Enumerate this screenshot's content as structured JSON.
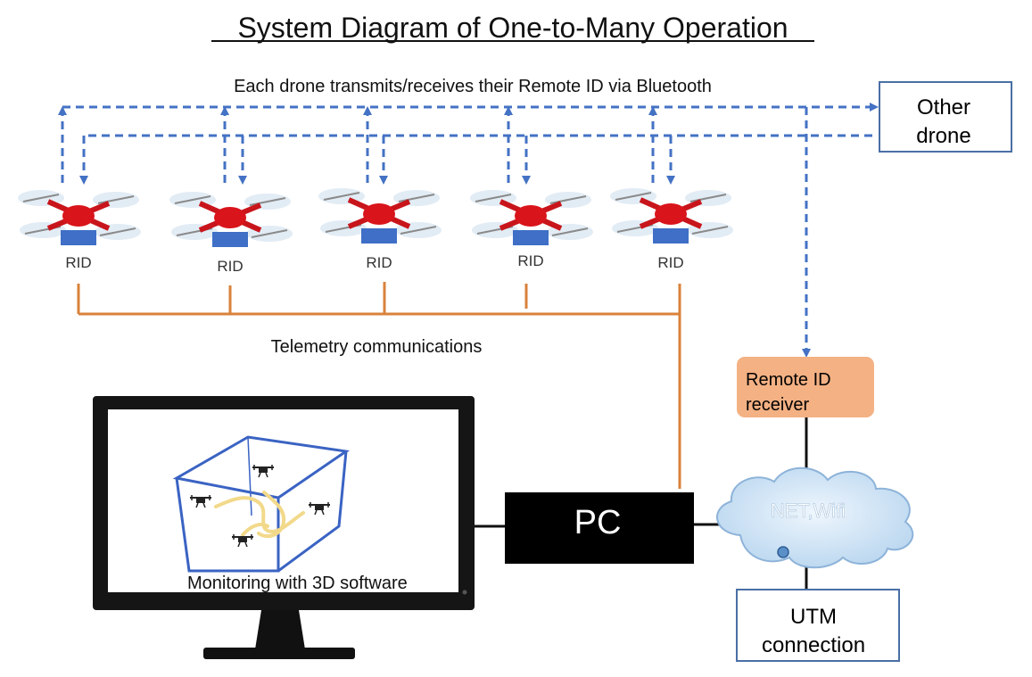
{
  "title": "System Diagram of One-to-Many Operation",
  "bluetooth_label": "Each drone transmits/receives their Remote ID via Bluetooth",
  "other_drone_label": [
    "Other",
    "drone"
  ],
  "drones": [
    {
      "label": "RID"
    },
    {
      "label": "RID"
    },
    {
      "label": "RID"
    },
    {
      "label": "RID"
    },
    {
      "label": "RID"
    }
  ],
  "telemetry_label": "Telemetry communications",
  "remote_id_receiver_label": [
    "Remote ID",
    "receiver"
  ],
  "pc_label": "PC",
  "cloud_label": "NET,Wifi",
  "utm_label": [
    "UTM",
    "connection"
  ],
  "monitor_label": "Monitoring with 3D software",
  "colors": {
    "bluetooth_dash": "#4472c4",
    "telemetry": "#d9823b",
    "receiver_fill": "#f4b183",
    "cloud_fill": "#cfe2f3",
    "drone_body": "#d9141b",
    "rid_module": "#3f6fc6"
  }
}
